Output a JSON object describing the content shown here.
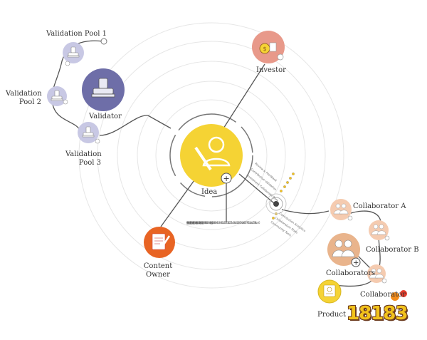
{
  "nodes": {
    "validation_pool_1": "Validation Pool 1",
    "validation_pool_2": [
      "Validation",
      "Pool 2"
    ],
    "validation_pool_3": [
      "Validation",
      "Pool 3"
    ],
    "validator": "Validator",
    "investor": "Investor",
    "idea": "Idea",
    "content_owner": [
      "Content",
      "Owner"
    ],
    "collaborator_a": "Collaborator A",
    "collaborator_b": "Collaborator B",
    "collaborators": "Collaborators",
    "collaborator": "Collaborator",
    "product": "Product"
  },
  "info_block": {
    "rows": [
      "创意唯一项目  a4ca4256a0b0282b0c509a8f75849b",
      "创意名称       为城市一层",
      "创意版本       0.1.0",
      "创意作者",
      "                 智能人  XUK",
      "上传时间       1527779880",
      "授权证明编号  a1d0c6e83f027327d8461063f4ac58a6"
    ]
  },
  "arc_text_upper": [
    "Review & Feedback",
    "Contribution Validation",
    "Investment Collaborate Now"
  ],
  "arc_text_lower": [
    "Contribution Analytics",
    "Collaboration Stats",
    "Community Tools"
  ],
  "watermark": "18183",
  "colors": {
    "validation": "#c8c8e4",
    "validator": "#6e6ea8",
    "investor": "#e8998a",
    "idea": "#f5d334",
    "owner": "#e86424",
    "collab_light": "#f5cbb0",
    "collab_mid": "#e9b48c",
    "product": "#f5d334",
    "ring": "#e6e6e6",
    "line": "#555555"
  }
}
